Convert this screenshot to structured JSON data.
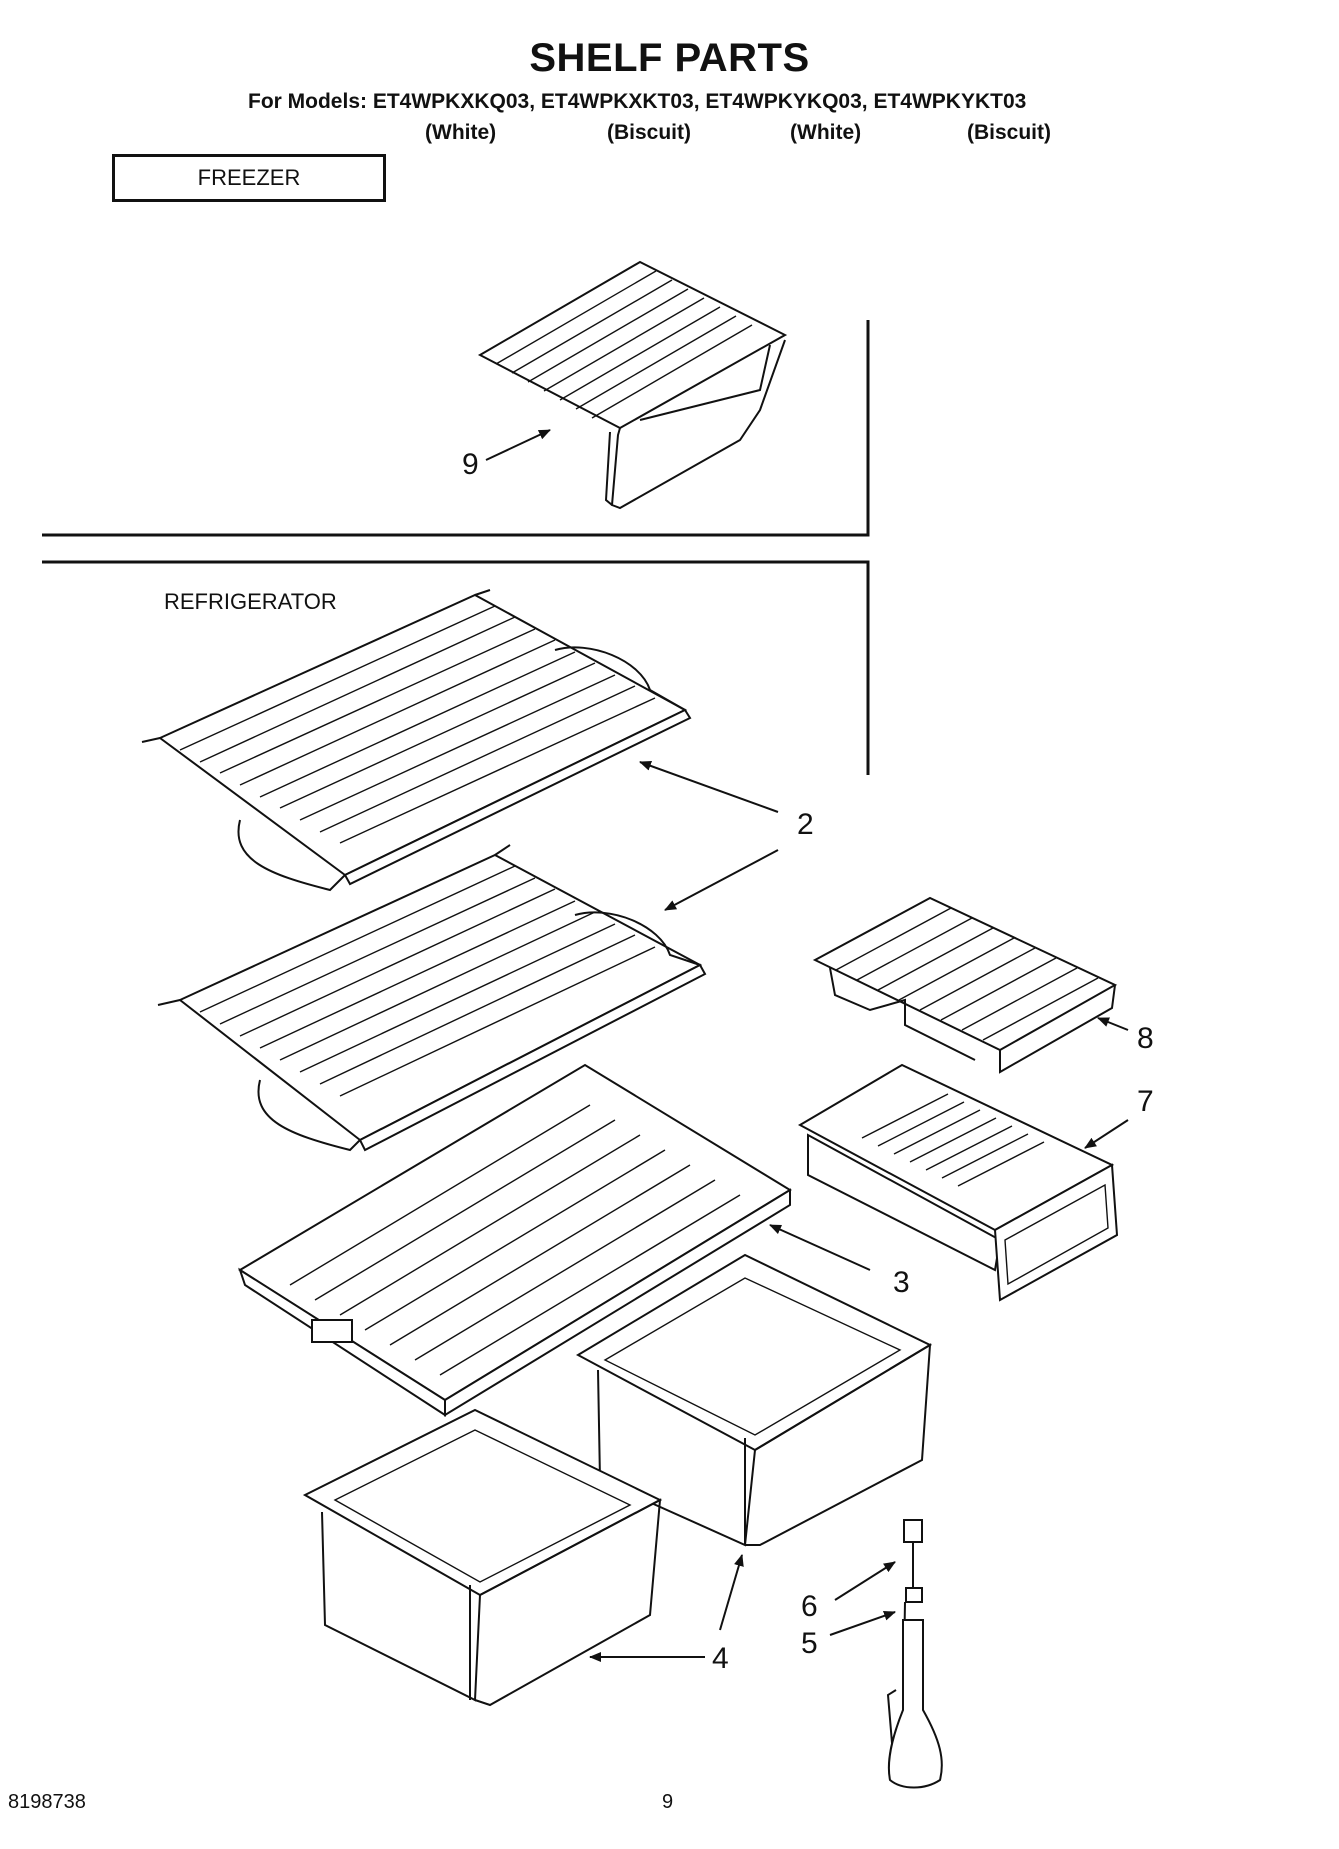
{
  "header": {
    "title": "SHELF PARTS",
    "models": "For Models: ET4WPKXKQ03, ET4WPKXKT03, ET4WPKYKQ03, ET4WPKYKT03",
    "colors": [
      "(White)",
      "(Biscuit)",
      "(White)",
      "(Biscuit)"
    ]
  },
  "sections": {
    "freezer": "FREEZER",
    "refrigerator": "REFRIGERATOR"
  },
  "callouts": {
    "c9": "9",
    "c2": "2",
    "c8": "8",
    "c7": "7",
    "c3": "3",
    "c6": "6",
    "c5": "5",
    "c4": "4"
  },
  "footer": {
    "doc_number": "8198738",
    "page_number": "9"
  }
}
